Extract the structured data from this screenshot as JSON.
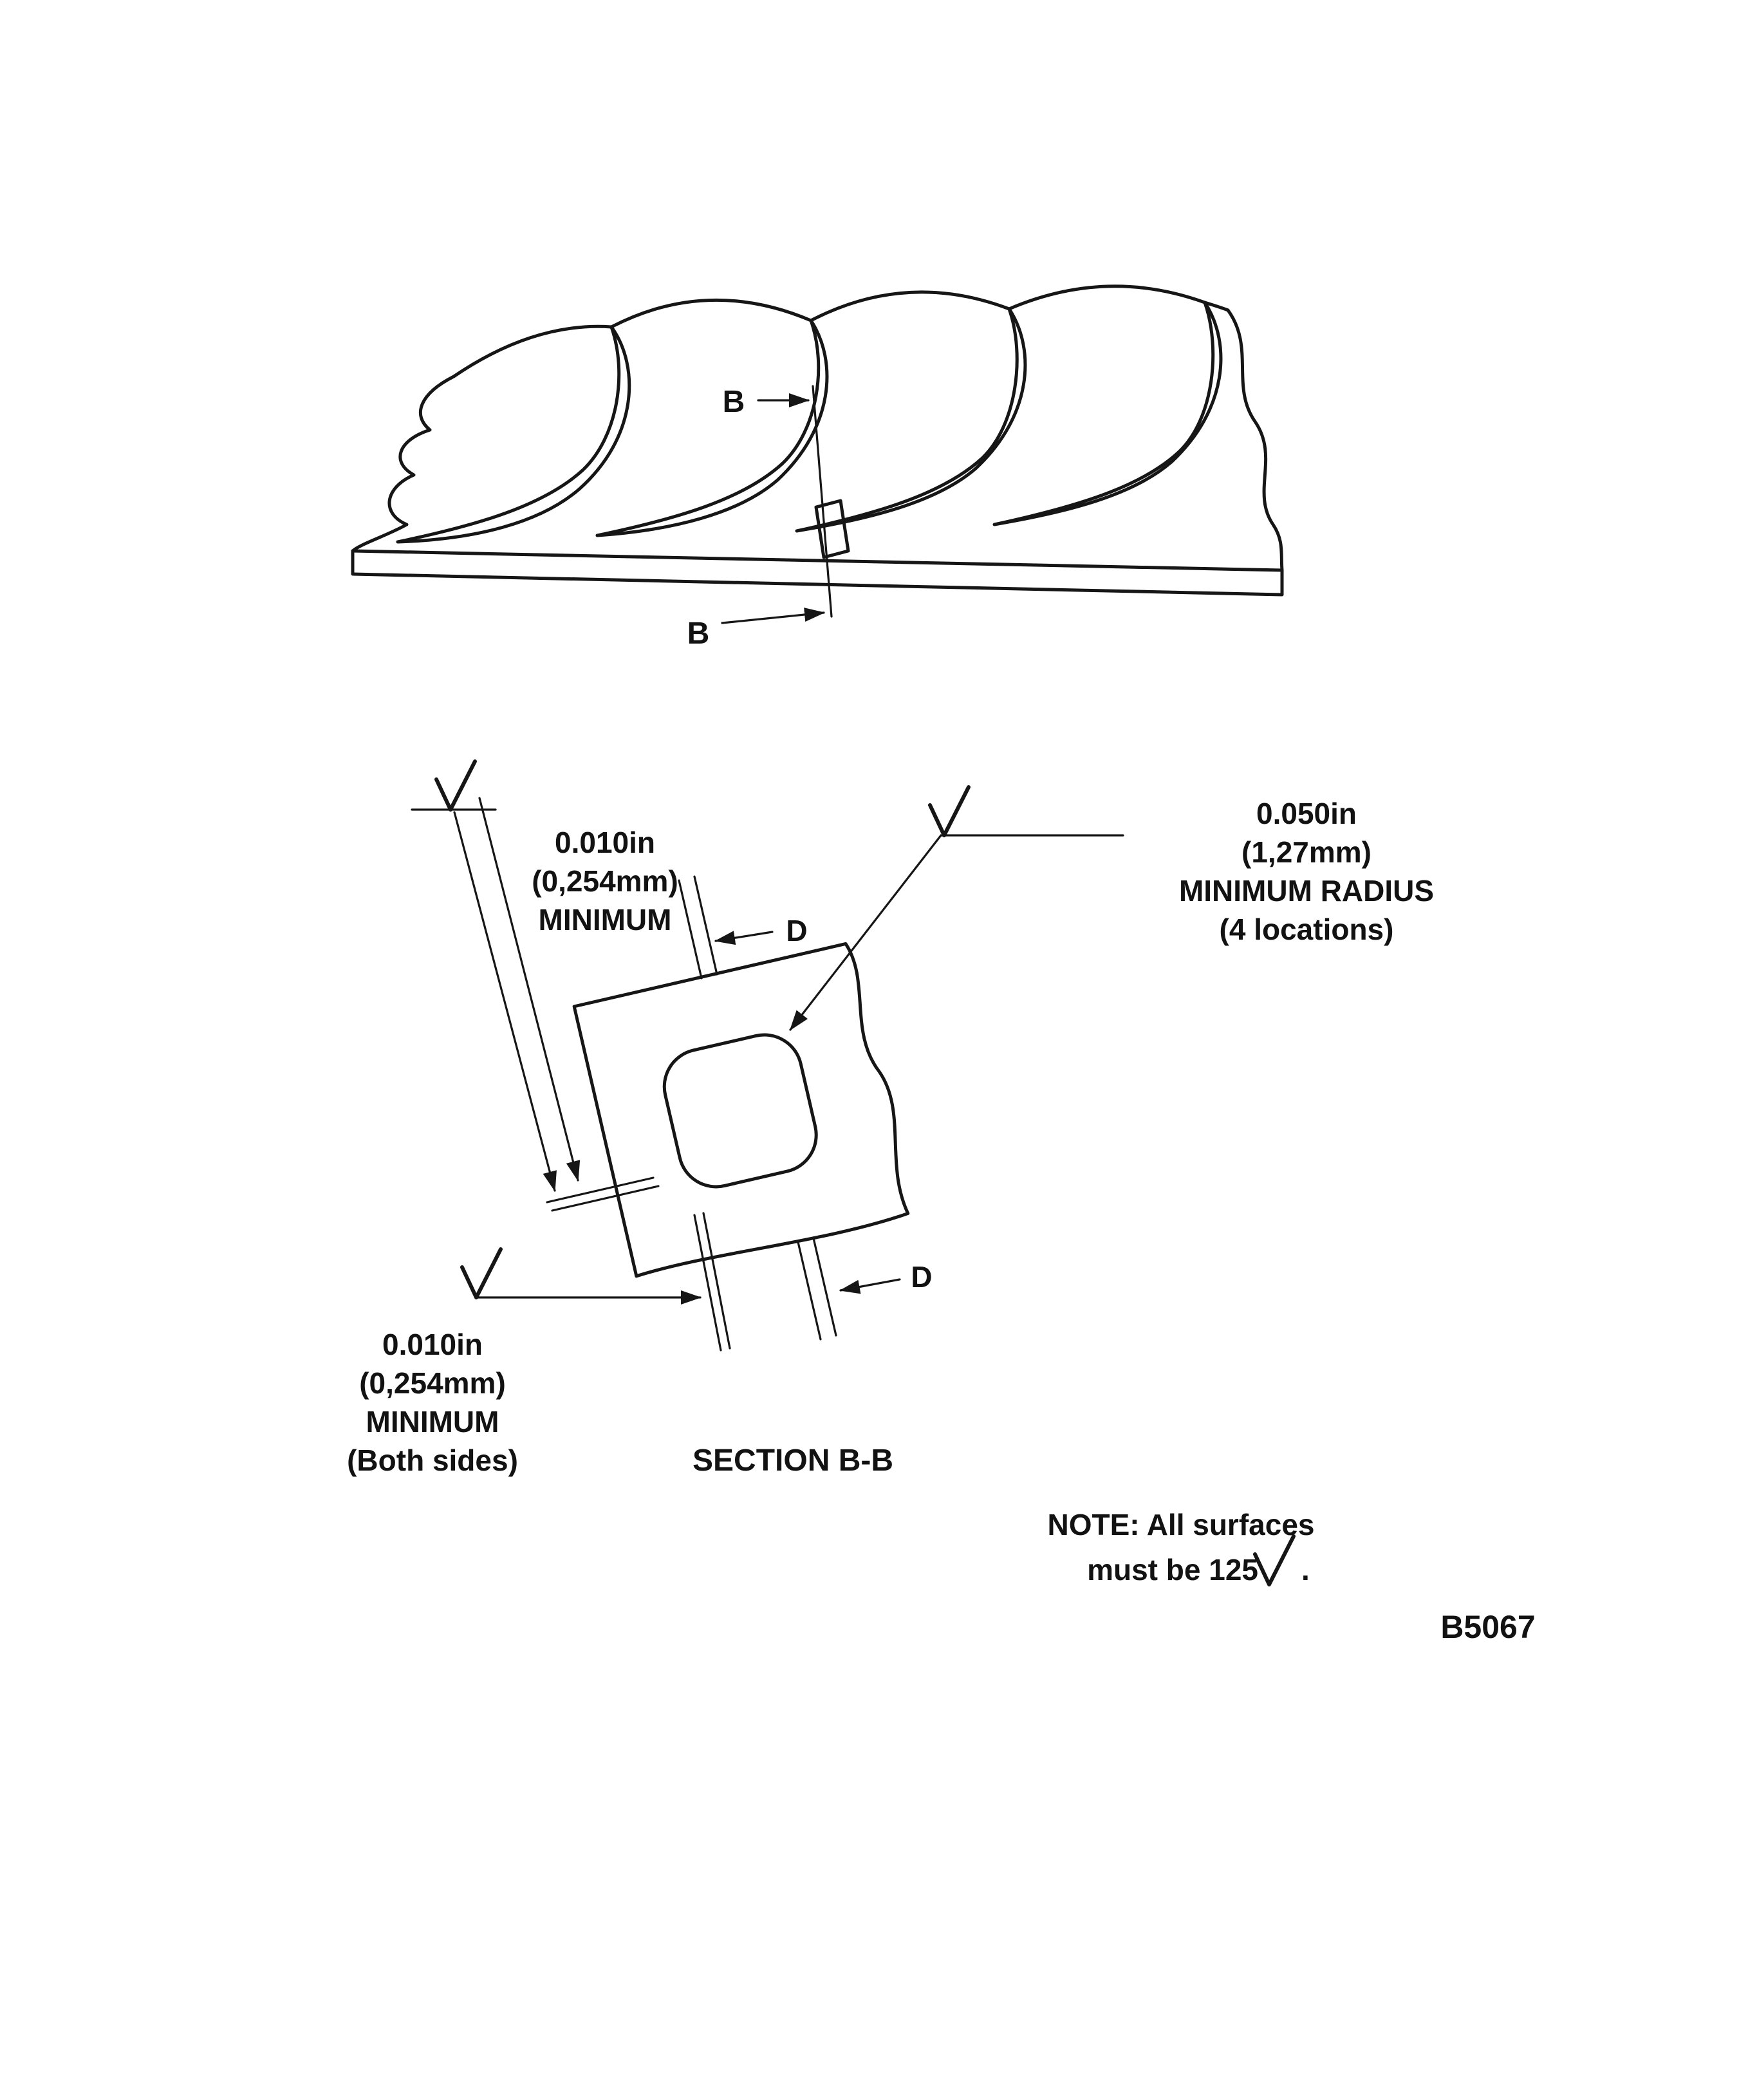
{
  "page": {
    "background": "#ffffff",
    "ink": "#161616"
  },
  "figure": {
    "section_marks": {
      "top": "B",
      "bottom": "B"
    },
    "dim_top_left": {
      "l1": "0.010in",
      "l2": "(0,254mm)",
      "l3": "MINIMUM"
    },
    "dim_d_top": "D",
    "radius_callout": {
      "l1": "0.050in",
      "l2": "(1,27mm)",
      "l3": "MINIMUM RADIUS",
      "l4": "(4 locations)"
    },
    "dim_bottom_left": {
      "l1": "0.010in",
      "l2": "(0,254mm)",
      "l3": "MINIMUM",
      "l4": "(Both sides)"
    },
    "dim_d_bottom": "D",
    "section_title": "SECTION B-B",
    "note": {
      "l1": "NOTE: All surfaces",
      "l2": "must be 125",
      "suffix": "."
    },
    "figure_id": "B5067"
  }
}
